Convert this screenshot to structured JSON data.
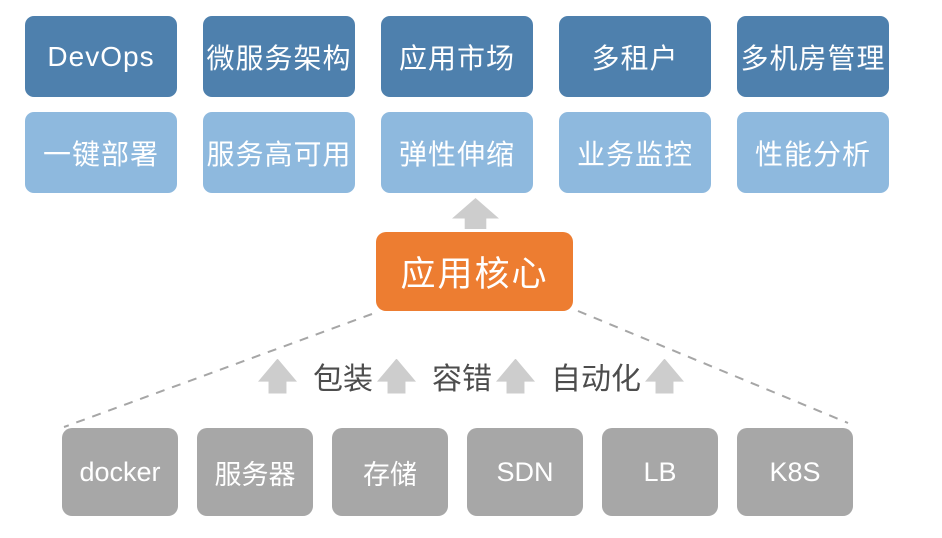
{
  "colors": {
    "dark_blue": "#4E80AD",
    "light_blue": "#8EB9DE",
    "orange": "#ED7D31",
    "gray_box": "#A7A7A7",
    "arrow_gray": "#CDCDCD",
    "capability_text": "#4D4D4D",
    "connector_gray": "#A6A6A6",
    "box_text": "#FFFFFF",
    "background": "#FFFFFF"
  },
  "top_row": [
    "DevOps",
    "微服务架构",
    "应用市场",
    "多租户",
    "多机房管理"
  ],
  "second_row": [
    "一键部署",
    "服务高可用",
    "弹性伸缩",
    "业务监控",
    "性能分析"
  ],
  "core": {
    "label": "应用核心"
  },
  "capabilities": [
    "包装",
    "容错",
    "自动化"
  ],
  "bottom_row": [
    "docker",
    "服务器",
    "存储",
    "SDN",
    "LB",
    "K8S"
  ]
}
